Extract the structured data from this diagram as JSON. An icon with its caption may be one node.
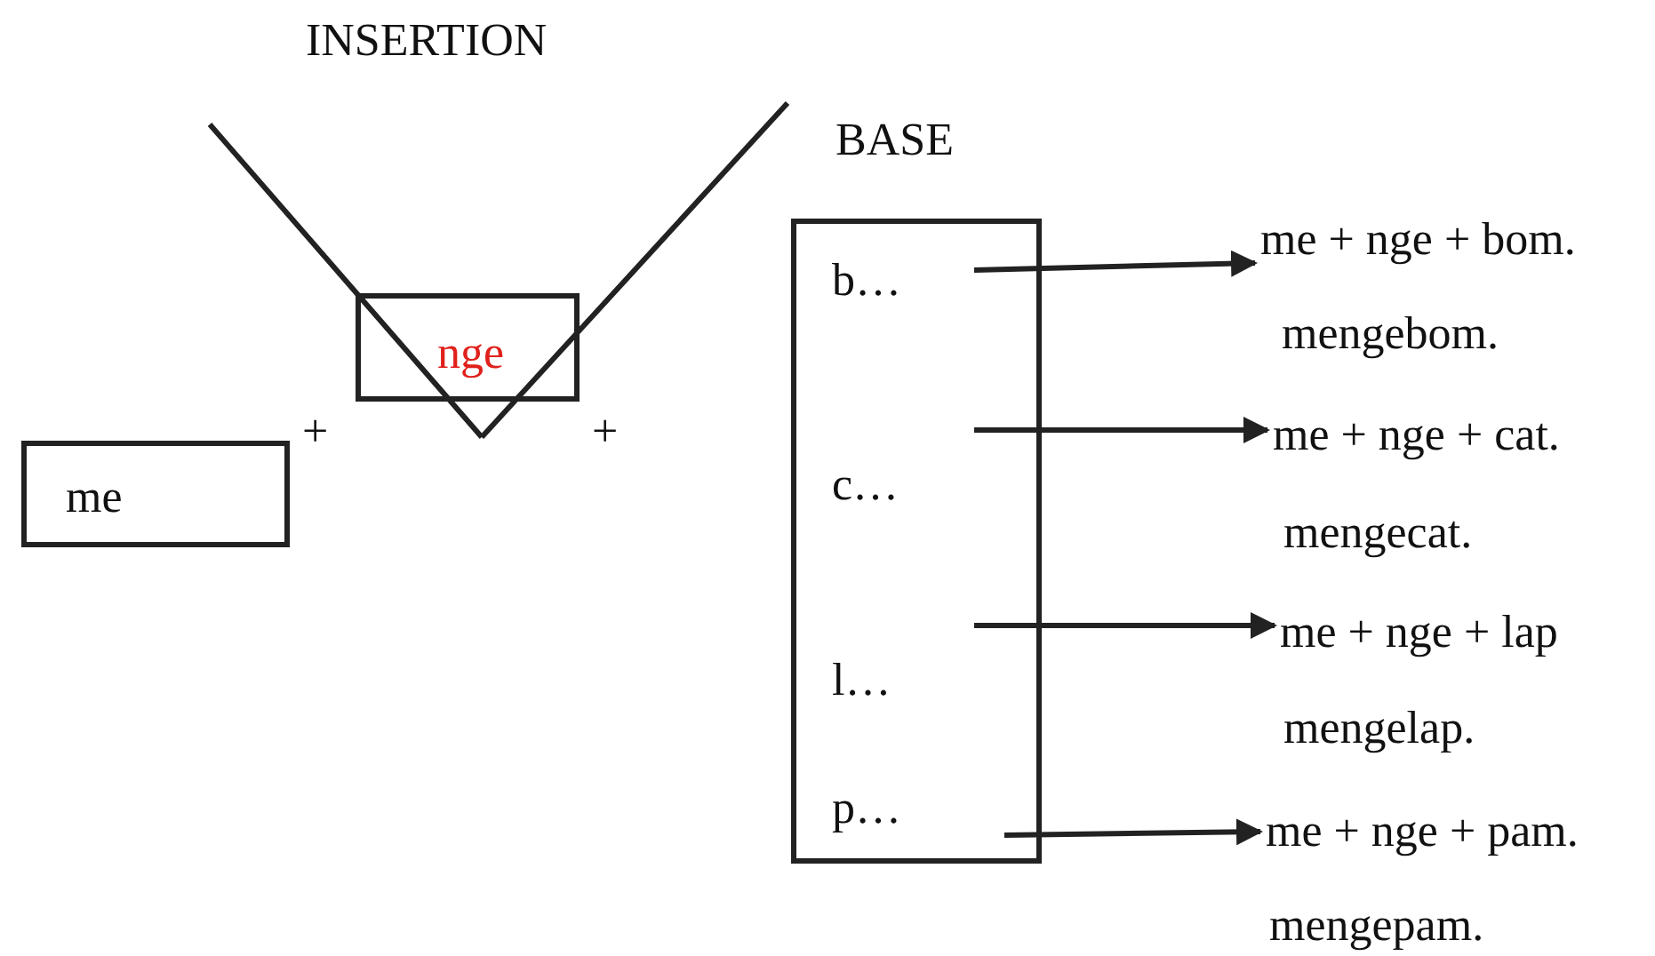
{
  "diagram": {
    "nodes": [
      {
        "text": [
          "me"
        ]
      },
      {
        "text": [
          "nge"
        ]
      },
      {
        "text": [
          "BASE"
        ]
      },
      {
        "text": [
          "b…"
        ],
        "in": 2
      },
      {
        "text": [
          "c…"
        ],
        "in": 2
      },
      {
        "text": [
          "l…"
        ],
        "in": 2
      },
      {
        "text": [
          "p…"
        ],
        "in": 2
      },
      {
        "text": [
          "me + nge + bom.",
          "mengebom."
        ]
      },
      {
        "text": [
          "me + nge + cat.",
          "mengecat."
        ]
      },
      {
        "text": [
          "me + nge + lap",
          "mengelap."
        ]
      },
      {
        "text": [
          "me + nge + pam.",
          "mengepam."
        ]
      }
    ],
    "edges": [
      {
        "from": 3,
        "to": 7,
        "arrow": "to"
      },
      {
        "from": 4,
        "to": 8,
        "arrow": "to"
      },
      {
        "from": 5,
        "to": 9,
        "arrow": "to"
      },
      {
        "from": 6,
        "to": 10,
        "arrow": "to"
      }
    ],
    "labels": [
      "INSERTION",
      "+",
      "+"
    ]
  }
}
